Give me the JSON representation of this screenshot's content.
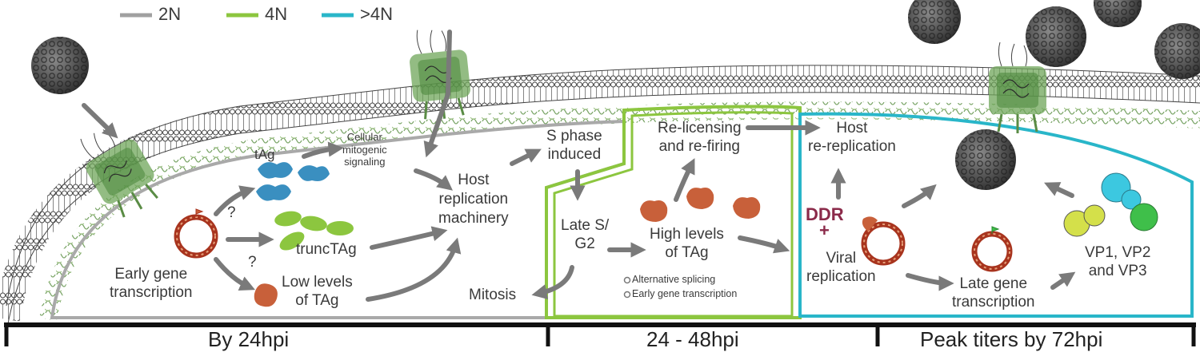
{
  "legend": {
    "items": [
      {
        "label": "2N",
        "color": "#a0a0a0"
      },
      {
        "label": "4N",
        "color": "#8cc63f"
      },
      {
        "label": ">4N",
        "color": "#29b6c9"
      }
    ]
  },
  "labels": {
    "tag": "tAg",
    "trunc_tag": "truncTAg",
    "low_levels_tag": "Low levels\nof TAg",
    "early_gene_transcription": "Early gene\ntranscription",
    "cellular_mitogenic": "Cellular\nmitogenic\nsignaling",
    "host_replication_machinery": "Host\nreplication\nmachinery",
    "s_phase_induced": "S phase\ninduced",
    "late_s_g2": "Late S/\nG2",
    "mitosis": "Mitosis",
    "relicensing": "Re-licensing\nand re-firing",
    "high_levels_tag": "High levels\nof TAg",
    "alt_splicing": "Alternative splicing",
    "early_gene_transcription_small": "Early gene transcription",
    "host_rereplication": "Host\nre-replication",
    "ddr": "DDR",
    "plus": "+",
    "viral_replication": "Viral\nreplication",
    "late_gene_transcription": "Late gene\ntranscription",
    "vp_proteins": "VP1, VP2\nand VP3",
    "question_1": "?",
    "question_2": "?"
  },
  "timeline": {
    "segments": [
      "By 24hpi",
      "24 - 48hpi",
      "Peak titers by 72hpi"
    ]
  },
  "colors": {
    "tag_blue": "#3a8fc0",
    "trunc_green": "#8cc63f",
    "tag_orange": "#c8603a",
    "ddr_maroon": "#8b2a4a",
    "virion": "#505050",
    "pore_green": "#6fa55a",
    "arrow_gray": "#7a7a7a",
    "vp1": "#d4e04a",
    "vp2": "#3cc8e0",
    "vp3": "#3fbf4a"
  }
}
